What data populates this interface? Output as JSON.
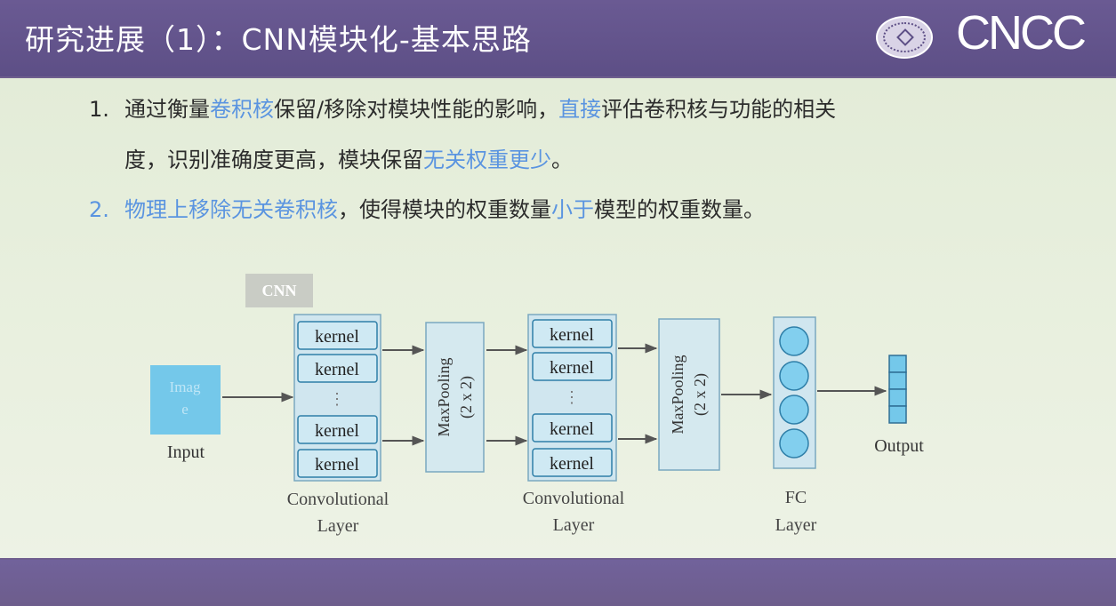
{
  "header": {
    "title": "研究进展（1）：CNN模块化-基本思路",
    "brand": "CNCC"
  },
  "points": [
    {
      "number": "1.",
      "line1": [
        {
          "text": "通过衡量",
          "hl": false
        },
        {
          "text": "卷积核",
          "hl": true
        },
        {
          "text": "保留/移除对模块性能的影响，",
          "hl": false
        },
        {
          "text": "直接",
          "hl": true
        },
        {
          "text": "评估卷积核与功能的相关",
          "hl": false
        }
      ],
      "line2": [
        {
          "text": "度，识别准确度更高，模块保留",
          "hl": false
        },
        {
          "text": "无关权重更少",
          "hl": true
        },
        {
          "text": "。",
          "hl": false
        }
      ]
    },
    {
      "number": "2.",
      "line1": [
        {
          "text": "物理上移除无关卷积核",
          "hl": true
        },
        {
          "text": "，使得模块的权重数量",
          "hl": false
        },
        {
          "text": "小于",
          "hl": true
        },
        {
          "text": "模型的权重数量。",
          "hl": false
        }
      ]
    }
  ],
  "diagram": {
    "cnn_tag": "CNN",
    "input_box": [
      "Imag",
      "e"
    ],
    "input_label": "Input",
    "kernel_label": "kernel",
    "ellipsis": "⋮",
    "conv_label": [
      "Convolutional",
      "Layer"
    ],
    "pool_label": [
      "MaxPooling",
      "(2 x 2)"
    ],
    "fc_label": [
      "FC",
      "Layer"
    ],
    "output_label": "Output"
  },
  "colors": {
    "highlight": "#5a94e0",
    "header_bg": "#6a5a93",
    "content_bg": "#e6eedb",
    "diagram_fill": "#d0e6ef",
    "input_fill": "#74c8ea"
  }
}
